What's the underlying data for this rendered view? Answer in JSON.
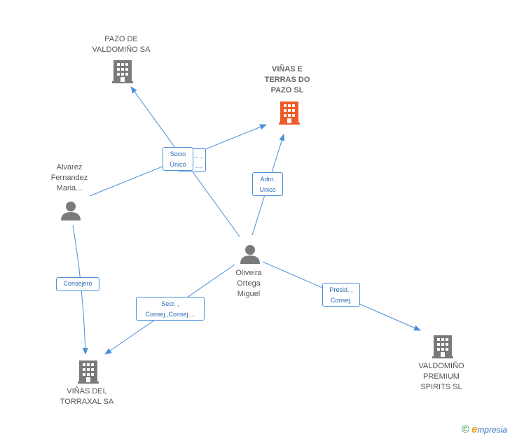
{
  "colors": {
    "edge": "#4a8fd8",
    "company": "#7a7a7a",
    "company_main": "#f05a28",
    "person": "#7a7a7a"
  },
  "nodes": {
    "pazo_valdomino": {
      "label_lines": [
        "PAZO DE",
        "VALDOMIÑO SA"
      ],
      "icon": "building-icon"
    },
    "vinas_terras": {
      "label_lines": [
        "VIÑAS E",
        "TERRAS DO",
        "PAZO SL"
      ],
      "icon": "building-icon"
    },
    "alvarez": {
      "label_lines": [
        "Alvarez",
        "Fernandez",
        "Maria..."
      ],
      "icon": "person-icon"
    },
    "oliveira": {
      "label_lines": [
        "Oliveira",
        "Ortega",
        "Miguel"
      ],
      "icon": "person-icon"
    },
    "vinas_torraxal": {
      "label_lines": [
        "VIÑAS DEL",
        "TORRAXAL SA"
      ],
      "icon": "building-icon"
    },
    "valdomino_premium": {
      "label_lines": [
        "VALDOMIÑO",
        "PREMIUM",
        "SPIRITS  SL"
      ],
      "icon": "building-icon"
    }
  },
  "edge_labels": {
    "hidden": [
      "... ,",
      "...."
    ],
    "socio": [
      "Socio",
      "Único"
    ],
    "adm": [
      "Adm.",
      "Unico"
    ],
    "consejero": [
      "Consejero"
    ],
    "secr": [
      "Secr. ,",
      "Consej.,Consej...."
    ],
    "presid": [
      "Presid. ,",
      "Consej."
    ]
  },
  "brand": {
    "copyright": "©",
    "e": "e",
    "rest": "mpresia"
  }
}
